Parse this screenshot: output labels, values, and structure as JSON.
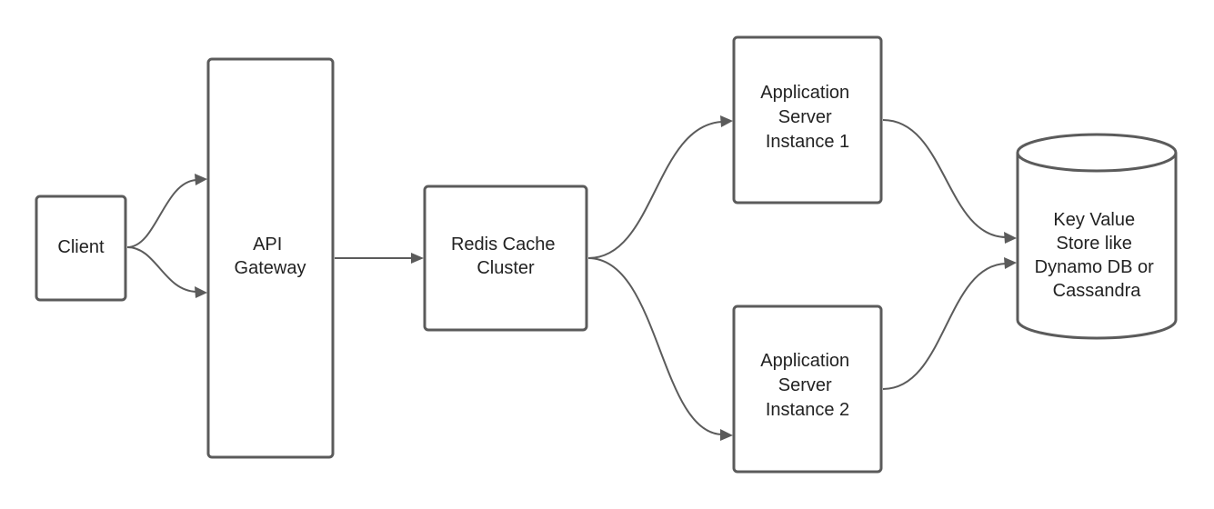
{
  "nodes": {
    "client": {
      "lines": [
        "Client"
      ]
    },
    "gateway": {
      "lines": [
        "API",
        "Gateway"
      ]
    },
    "redis": {
      "lines": [
        "Redis Cache",
        "Cluster"
      ]
    },
    "app1": {
      "lines": [
        "Application",
        "Server",
        "Instance 1"
      ]
    },
    "app2": {
      "lines": [
        "Application",
        "Server",
        "Instance 2"
      ]
    },
    "store": {
      "lines": [
        "Key Value",
        "Store like",
        "Dynamo DB or",
        "Cassandra"
      ]
    }
  },
  "colors": {
    "stroke": "#5b5b5b",
    "text": "#222222",
    "background": "#ffffff"
  }
}
